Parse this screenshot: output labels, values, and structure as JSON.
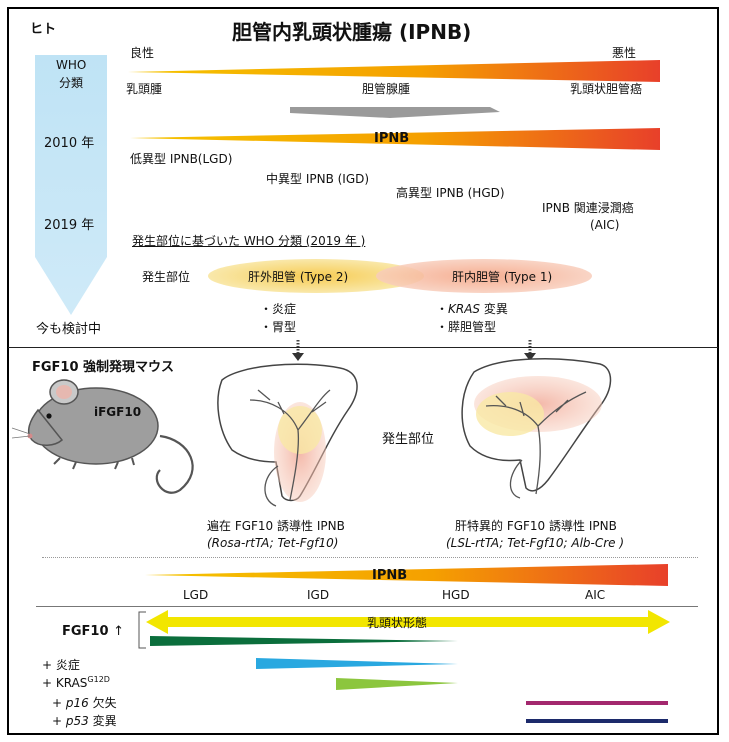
{
  "human": {
    "corner_label": "ヒト",
    "title": "胆管内乳頭状腫瘍 (IPNB)",
    "who_column": {
      "head": "WHO",
      "head2": "分類",
      "year_2010": "2010 年",
      "year_2019": "2019 年",
      "bottom": "今も検討中"
    },
    "row1": {
      "left": "良性",
      "right": "悪性",
      "t1": "乳頭腫",
      "t2": "胆管腺腫",
      "t3": "乳頭状胆管癌"
    },
    "row2": {
      "bar_label": "IPNB",
      "g1": "低異型 IPNB(LGD)",
      "g2": "中異型 IPNB (IGD)",
      "g3": "高異型 IPNB (HGD)",
      "g4a": "IPNB 関連浸潤癌",
      "g4b": "(AIC)"
    },
    "who2019": {
      "heading": "発生部位に基づいた WHO 分類 (2019 年 )",
      "site_label": "発生部位",
      "type2": "肝外胆管 (Type 2)",
      "type1": "肝内胆管 (Type 1)",
      "type2_b1": "・炎症",
      "type2_b2": "・胃型",
      "type1_b1_italic": "KRAS",
      "type1_b1_rest": " 変異",
      "type1_b1_dot": "・",
      "type1_b2": "・膵胆管型"
    }
  },
  "mouse": {
    "heading": "FGF10 強制発現マウス",
    "mouse_label": "iFGF10",
    "site_label": "発生部位",
    "liver1_caption": "遍在 FGF10 誘導性 IPNB",
    "liver1_genotype": "(Rosa-rtTA; Tet-Fgf10)",
    "liver2_caption": "肝特異的 FGF10 誘導性 IPNB",
    "liver2_genotype": "(LSL-rtTA; Tet-Fgf10; Alb-Cre )",
    "progression": {
      "bar_label": "IPNB",
      "stages": [
        "LGD",
        "IGD",
        "HGD",
        "AIC"
      ],
      "papillary": "乳頭状形態",
      "fgf10": "FGF10",
      "fgf10_arrow": "↑",
      "f1": "+ 炎症",
      "f2_pre": "+ KRAS",
      "f2_sup": "G12D",
      "f3_plus": "+ ",
      "f3_ital": "p16",
      "f3_rest": " 欠失",
      "f4_plus": "+ ",
      "f4_ital": "p53",
      "f4_rest": " 変異"
    }
  },
  "colors": {
    "grad_start": "#f5c400",
    "grad_end": "#e8402a",
    "who_column": "#bfe3f5",
    "arrow_gray": "#9a9a9a",
    "type2_fill": "#f7d36b",
    "type1_fill": "#f4a48a",
    "papillary_yellow": "#f2e600",
    "bar_green_dark": "#0b6e3c",
    "bar_blue": "#29a8e0",
    "bar_green_light": "#8cc63e",
    "bar_magenta": "#a3286e",
    "bar_navy": "#1c2a6b"
  }
}
